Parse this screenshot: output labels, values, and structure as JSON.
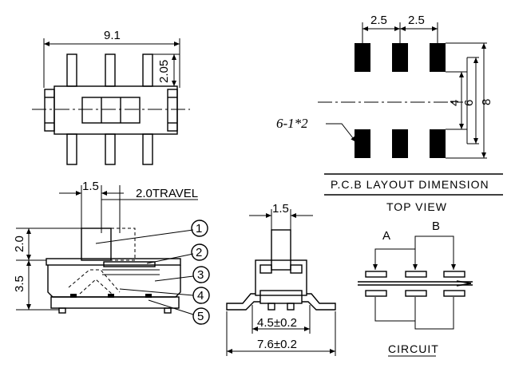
{
  "top_left": {
    "width_dim": "9.1",
    "pin_len_dim": "2.05"
  },
  "pcb": {
    "pitch_a": "2.5",
    "pitch_b": "2.5",
    "dim_4": "4",
    "dim_6": "6",
    "dim_8": "8",
    "pad_note": "6-1*2",
    "title": "P.C.B  LAYOUT  DIMENSION",
    "subtitle": "TOP  VIEW"
  },
  "side_view": {
    "knob_dim": "1.5",
    "travel": "2.0TRAVEL",
    "height_top": "2.0",
    "height_body": "3.5",
    "callouts": [
      "1",
      "2",
      "3",
      "4",
      "5"
    ]
  },
  "end_view": {
    "knob_dim": "1.5",
    "body_dim": "4.5±0.2",
    "total_dim": "7.6±0.2"
  },
  "circuit": {
    "label_a": "A",
    "label_b": "B",
    "title": "CIRCUIT"
  }
}
